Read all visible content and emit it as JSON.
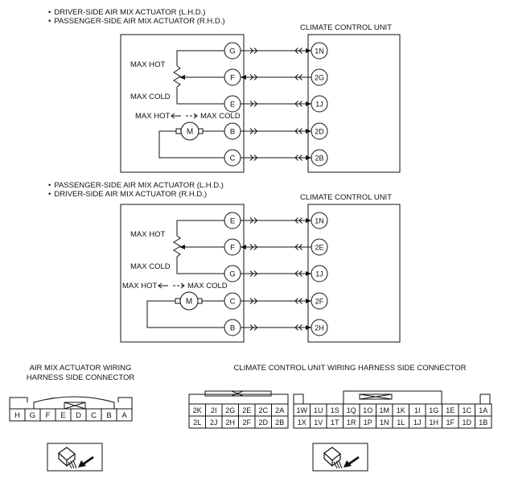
{
  "diagram1": {
    "bullets": [
      "DRIVER-SIDE AIR MIX ACTUATOR (L.H.D.)",
      "PASSENGER-SIDE AIR MIX ACTUATOR (R.H.D.)"
    ],
    "unit_title": "CLIMATE CONTROL UNIT",
    "max_hot": "MAX HOT",
    "max_cold": "MAX COLD",
    "motor_dir_hot": "MAX HOT",
    "motor_dir_cold": "MAX COLD",
    "motor": "M",
    "pins": [
      {
        "left": "G",
        "right": "1N",
        "dir": "right"
      },
      {
        "left": "F",
        "right": "2G",
        "dir": "left"
      },
      {
        "left": "E",
        "right": "1J",
        "dir": "right"
      },
      {
        "left": "B",
        "right": "2D",
        "dir": "right"
      },
      {
        "left": "C",
        "right": "2B",
        "dir": "right"
      }
    ]
  },
  "diagram2": {
    "bullets": [
      "PASSENGER-SIDE AIR MIX ACTUATOR (L.H.D.)",
      "DRIVER-SIDE AIR MIX ACTUATOR (R.H.D.)"
    ],
    "unit_title": "CLIMATE CONTROL UNIT",
    "max_hot": "MAX HOT",
    "max_cold": "MAX COLD",
    "motor_dir_hot": "MAX HOT",
    "motor_dir_cold": "MAX COLD",
    "motor": "M",
    "pins": [
      {
        "left": "E",
        "right": "1N",
        "dir": "right"
      },
      {
        "left": "F",
        "right": "2E",
        "dir": "left"
      },
      {
        "left": "G",
        "right": "1J",
        "dir": "right"
      },
      {
        "left": "C",
        "right": "2F",
        "dir": "right"
      },
      {
        "left": "B",
        "right": "2H",
        "dir": "right"
      }
    ]
  },
  "actuator_connector": {
    "title_lines": [
      "AIR MIX ACTUATOR WIRING",
      "HARNESS SIDE CONNECTOR"
    ],
    "pins": [
      "H",
      "G",
      "F",
      "E",
      "D",
      "C",
      "B",
      "A"
    ]
  },
  "ccu_connector": {
    "title": "CLIMATE CONTROL UNIT WIRING HARNESS SIDE CONNECTOR",
    "left_block": [
      [
        "2K",
        "2I",
        "2G",
        "2E",
        "2C",
        "2A"
      ],
      [
        "2L",
        "2J",
        "2H",
        "2F",
        "2D",
        "2B"
      ]
    ],
    "right_block": [
      [
        "1W",
        "1U",
        "1S",
        "1Q",
        "1O",
        "1M",
        "1K",
        "1I",
        "1G",
        "1E",
        "1C",
        "1A"
      ],
      [
        "1X",
        "1V",
        "1T",
        "1R",
        "1P",
        "1N",
        "1L",
        "1J",
        "1H",
        "1F",
        "1D",
        "1B"
      ]
    ]
  }
}
